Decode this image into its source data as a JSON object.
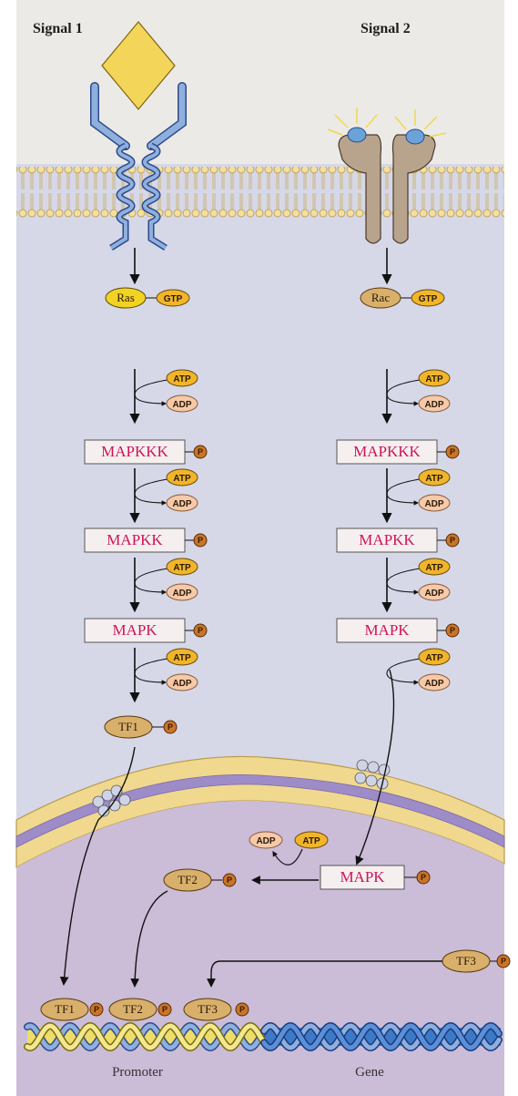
{
  "signals": {
    "left": "Signal 1",
    "right": "Signal 2"
  },
  "left_pathway": {
    "gprotein": "Ras",
    "gtp": "GTP",
    "atp": "ATP",
    "adp": "ADP",
    "kinases": [
      "MAPKKK",
      "MAPKK",
      "MAPK"
    ],
    "tf": "TF1"
  },
  "right_pathway": {
    "gprotein": "Rac",
    "gtp": "GTP",
    "atp": "ATP",
    "adp": "ADP",
    "kinases": [
      "MAPKKK",
      "MAPKK",
      "MAPK"
    ]
  },
  "nucleus": {
    "adp": "ADP",
    "atp": "ATP",
    "mapk": "MAPK",
    "tf2": "TF2",
    "tf3": "TF3",
    "dna_factors": [
      "TF1",
      "TF2",
      "TF3"
    ]
  },
  "phosphate": "P",
  "dna": {
    "promoter": "Promoter",
    "gene": "Gene"
  },
  "colors": {
    "kinase_text": "#d01258",
    "atp_fill": "#f1b52a",
    "adp_fill": "#f6c9a8",
    "tf_fill": "#d9b06b",
    "ras_fill": "#f2d223",
    "membrane": "#f3dfa0",
    "cytoplasm": "#d6d8e8",
    "nucleoplasm": "#cbbcd8",
    "promoter_strand": "#eedd6a",
    "gene_strand": "#3c7ac8"
  }
}
